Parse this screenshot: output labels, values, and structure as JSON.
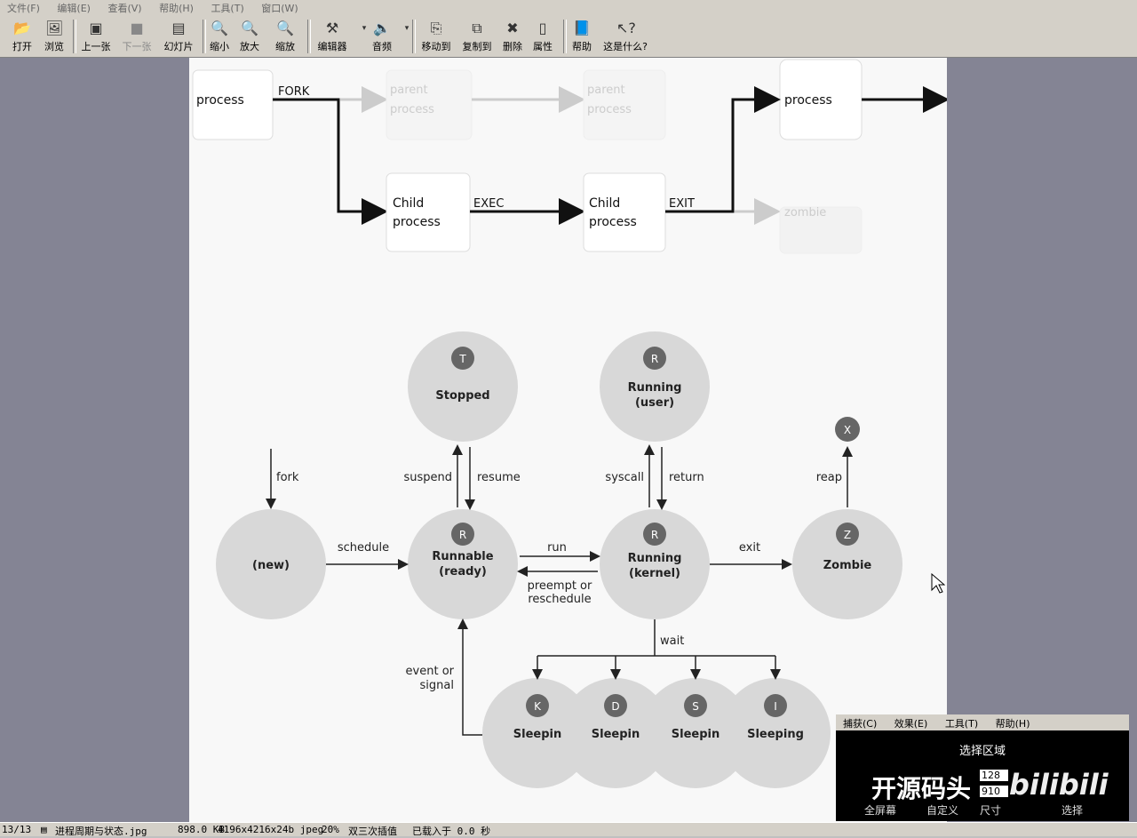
{
  "menu": [
    "文件(F)",
    "编辑(E)",
    "查看(V)",
    "帮助(H)",
    "工具(T)",
    "窗口(W)"
  ],
  "toolbar": {
    "open": "打开",
    "browse": "浏览",
    "prev": "上一张",
    "next": "下一张",
    "slideshow": "幻灯片",
    "zoom_out": "缩小",
    "zoom_in": "放大",
    "zoom": "缩放",
    "editor": "编辑器",
    "audio": "音频",
    "move_to": "移动到",
    "copy_to": "复制到",
    "delete": "删除",
    "properties": "属性",
    "help": "帮助",
    "whats_this": "这是什么?"
  },
  "diagram1": {
    "process_left": "process",
    "fork": "FORK",
    "parent1a": "parent",
    "parent1b": "process",
    "parent2a": "parent",
    "parent2b": "process",
    "process_right": "process",
    "child1a": "Child",
    "child1b": "process",
    "exec": "EXEC",
    "child2a": "Child",
    "child2b": "process",
    "exit": "EXIT",
    "zombie": "zombie"
  },
  "diagram2": {
    "stopped_badge": "T",
    "stopped": "Stopped",
    "running_user_badge": "R",
    "running_user_a": "Running",
    "running_user_b": "(user)",
    "x_badge": "X",
    "fork": "fork",
    "suspend": "suspend",
    "resume": "resume",
    "syscall": "syscall",
    "return": "return",
    "reap": "reap",
    "new": "(new)",
    "schedule": "schedule",
    "runnable_badge": "R",
    "runnable_a": "Runnable",
    "runnable_b": "(ready)",
    "run": "run",
    "preempt_a": "preempt or",
    "preempt_b": "reschedule",
    "running_kernel_badge": "R",
    "running_kernel_a": "Running",
    "running_kernel_b": "(kernel)",
    "exit": "exit",
    "zombie_badge": "Z",
    "zombie": "Zombie",
    "wait": "wait",
    "event_a": "event or",
    "event_b": "signal",
    "sleep_k_badge": "K",
    "sleep_k": "Sleepin",
    "sleep_d_badge": "D",
    "sleep_d": "Sleepin",
    "sleep_s_badge": "S",
    "sleep_s": "Sleepin",
    "sleep_i_badge": "I",
    "sleep_i": "Sleeping"
  },
  "status": {
    "index": "13/13",
    "filename": "进程周期与状态.jpg",
    "filesize": "898.0 KB",
    "dims": "4196x4216x24b jpeg",
    "zoom": "20%",
    "interp": "双三次插值",
    "loaded": "已载入于 0.0 秒"
  },
  "panel": {
    "menu": [
      "捕获(C)",
      "效果(E)",
      "工具(T)",
      "帮助(H)"
    ],
    "title": "选择区域",
    "brand": "开源码头",
    "logo": "bilibili",
    "width": "128",
    "height": "910",
    "fullscreen": "全屏幕",
    "custom": "自定义",
    "size": "尺寸",
    "select": "选择"
  }
}
